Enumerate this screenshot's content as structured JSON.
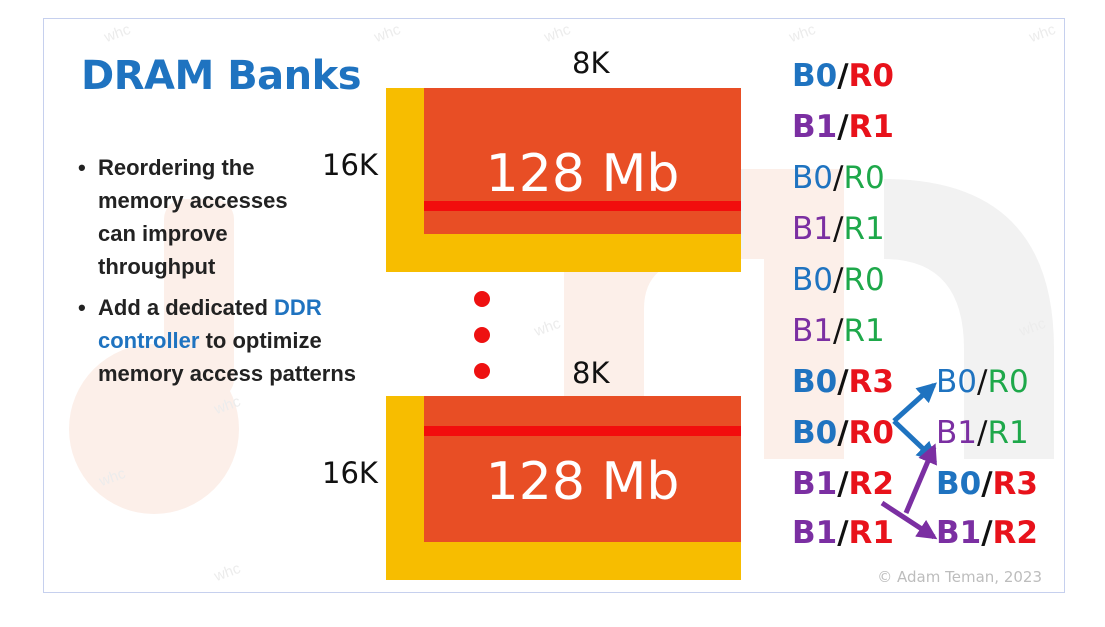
{
  "slide": {
    "title": "DRAM Banks",
    "bullets": [
      {
        "text": "Reordering the memory accesses can improve throughput"
      },
      {
        "prefix": "Add a dedicated ",
        "highlight": "DDR controller",
        "suffix": " to optimize memory access patterns"
      }
    ],
    "watermark": "whc",
    "copyright": "© Adam Teman, 2023"
  },
  "diagram": {
    "chip_top": {
      "width_label": "8K",
      "height_label": "16K",
      "capacity": "128 Mb"
    },
    "chip_bottom": {
      "width_label": "8K",
      "height_label": "16K",
      "capacity": "128 Mb"
    },
    "requests_left": [
      {
        "bank": "B0",
        "row": "R0",
        "bold": true
      },
      {
        "bank": "B1",
        "row": "R1",
        "bold": true
      },
      {
        "bank": "B0",
        "row": "R0",
        "bold": false
      },
      {
        "bank": "B1",
        "row": "R1",
        "bold": false
      },
      {
        "bank": "B0",
        "row": "R0",
        "bold": false
      },
      {
        "bank": "B1",
        "row": "R1",
        "bold": false
      },
      {
        "bank": "B0",
        "row": "R3",
        "bold": true
      },
      {
        "bank": "B0",
        "row": "R0",
        "bold": true
      },
      {
        "bank": "B1",
        "row": "R2",
        "bold": true
      },
      {
        "bank": "B1",
        "row": "R1",
        "bold": true
      }
    ],
    "requests_reordered": [
      {
        "bank": "B0",
        "row": "R0",
        "bold": false
      },
      {
        "bank": "B1",
        "row": "R1",
        "bold": false
      },
      {
        "bank": "B0",
        "row": "R3",
        "bold": true
      },
      {
        "bank": "B1",
        "row": "R2",
        "bold": true
      }
    ]
  },
  "colors": {
    "title": "#1f73c0",
    "bank0": "#1f73c0",
    "bank1": "#7b2fa2",
    "row_miss": "#e8121b",
    "row_hit": "#1ea84a",
    "chip_array": "#e84e25",
    "chip_periphery": "#f7bd00",
    "active_row": "#f20d0d",
    "arrow_blue": "#1f73c0",
    "arrow_purple": "#7b2fa2"
  }
}
